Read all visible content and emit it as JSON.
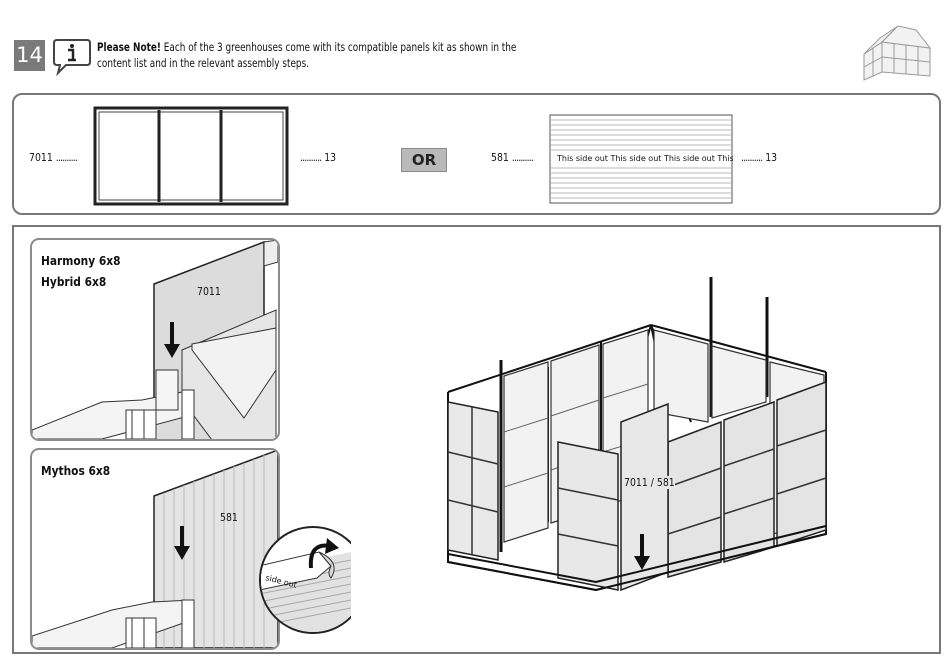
{
  "step": {
    "number": "14"
  },
  "note": {
    "icon": "info-icon",
    "bold_prefix": "Please Note!",
    "text": " Each of the 3 greenhouses come with its compatible panels kit as shown in the content list and in the relevant assembly steps."
  },
  "panel_kits": {
    "option_a": {
      "code": "7011",
      "quantity": "13"
    },
    "separator": "OR",
    "option_b": {
      "code": "581",
      "quantity": "13",
      "panel_print": "This side out   This side out   This side out   This s"
    }
  },
  "insets": {
    "top": {
      "models": [
        "Harmony 6x8",
        "Hybrid 6x8"
      ],
      "panel_code": "7011"
    },
    "bottom": {
      "models": [
        "Mythos 6x8"
      ],
      "panel_code": "581",
      "peel_text": "side out"
    }
  },
  "main_illustration": {
    "panel_label": "7011 / 581"
  }
}
